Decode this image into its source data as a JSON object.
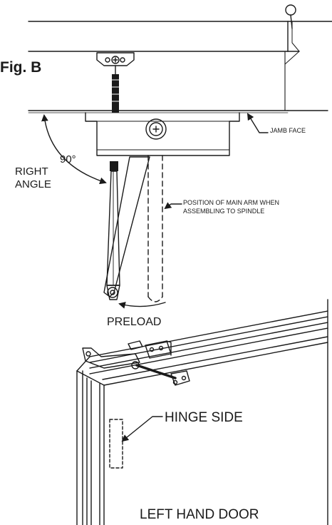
{
  "figure": {
    "title": "Fig. B",
    "labels": {
      "jamb_face": "JAMB FACE",
      "angle_value": "90°",
      "right_angle_line1": "RIGHT",
      "right_angle_line2": "ANGLE",
      "main_arm_position_line1": "POSITION OF MAIN ARM WHEN",
      "main_arm_position_line2": "ASSEMBLING TO SPINDLE",
      "preload": "PRELOAD",
      "hinge_side": "HINGE SIDE",
      "door_type": "LEFT HAND DOOR"
    },
    "colors": {
      "line": "#1a1a1a",
      "background": "#ffffff"
    }
  }
}
